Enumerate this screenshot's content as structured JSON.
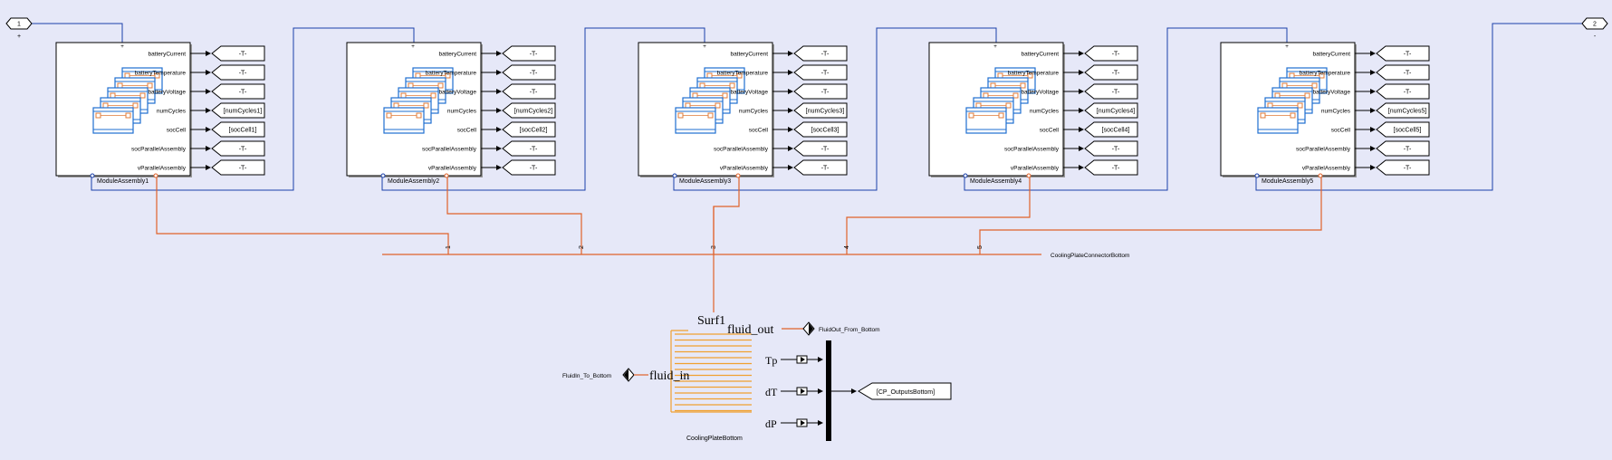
{
  "colors": {
    "background": "#e6e8f8",
    "signal_line": "#1a3faa",
    "physical_line": "#e0622a",
    "fluid_line": "#f0a030",
    "icon_blue": "#1e6fd0",
    "icon_orange": "#e07b39"
  },
  "inports": [
    {
      "number": "1",
      "sub": "+"
    },
    {
      "number": "2",
      "sub": "-"
    }
  ],
  "module_ports": [
    "batteryCurrent",
    "batteryTemperature",
    "batteryVoltage",
    "numCycles",
    "socCell",
    "socParallelAssembly",
    "vParallelAssembly"
  ],
  "modules": [
    {
      "name": "ModuleAssembly1",
      "gotos": [
        "-T-",
        "-T-",
        "-T-",
        "[numCycles1]",
        "[socCell1]",
        "-T-",
        "-T-"
      ]
    },
    {
      "name": "ModuleAssembly2",
      "gotos": [
        "-T-",
        "-T-",
        "-T-",
        "[numCycles2]",
        "[socCell2]",
        "-T-",
        "-T-"
      ]
    },
    {
      "name": "ModuleAssembly3",
      "gotos": [
        "-T-",
        "-T-",
        "-T-",
        "[numCycles3]",
        "[socCell3]",
        "-T-",
        "-T-"
      ]
    },
    {
      "name": "ModuleAssembly4",
      "gotos": [
        "-T-",
        "-T-",
        "-T-",
        "[numCycles4]",
        "[socCell4]",
        "-T-",
        "-T-"
      ]
    },
    {
      "name": "ModuleAssembly5",
      "gotos": [
        "-T-",
        "-T-",
        "-T-",
        "[numCycles5]",
        "[socCell5]",
        "-T-",
        "-T-"
      ]
    }
  ],
  "connector": {
    "name": "CoolingPlateConnectorBottom",
    "ports": [
      "1",
      "2",
      "3",
      "4",
      "5"
    ]
  },
  "cooling_plate": {
    "name": "CoolingPlateBottom",
    "surf_label": "Surf1",
    "fluid_out_label": "fluid_out",
    "fluid_in_label": "fluid_in",
    "outputs": [
      "Tp",
      "dT",
      "dP"
    ]
  },
  "fluid_out_tag": "FluidOut_From_Bottom",
  "fluid_in_tag": "FluidIn_To_Bottom",
  "cp_outputs_goto": "[CP_OutputsBottom]"
}
